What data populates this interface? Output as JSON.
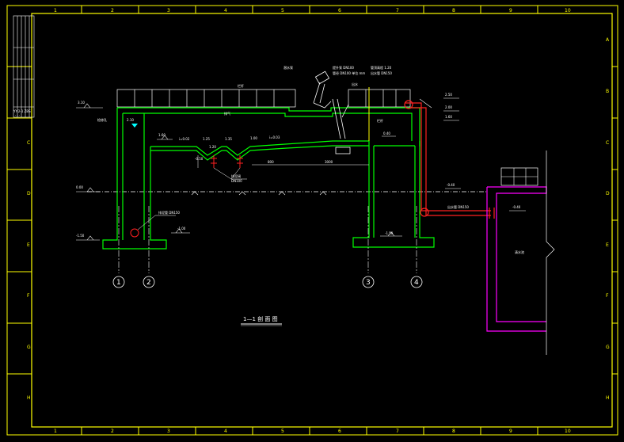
{
  "colors": {
    "background": "#000000",
    "frame": "#ffff00",
    "structure": "#00ff00",
    "annotation": "#ffffff",
    "pipe": "#ff2020",
    "tank": "#ff00ff",
    "water": "#00ffff"
  },
  "frame": {
    "columns_top": [
      "1",
      "2",
      "3",
      "4",
      "5",
      "6",
      "7",
      "8",
      "9",
      "10"
    ],
    "columns_bottom": [
      "1",
      "2",
      "3",
      "4",
      "5",
      "6",
      "7",
      "8",
      "9",
      "10"
    ],
    "rows_left": [
      "C",
      "D",
      "E",
      "F",
      "G",
      "H"
    ],
    "rows_right": [
      "A",
      "B",
      "C",
      "D",
      "E",
      "F",
      "G",
      "H"
    ]
  },
  "title_block": {
    "stamp": "YY-2-1 ZBS",
    "stamp2": "· · ·"
  },
  "drawing": {
    "title": "1—1 剖 面 图",
    "axis_markers": [
      "1",
      "2",
      "3",
      "4"
    ]
  },
  "labels": {
    "elev_top_left": "3.10",
    "label_left_1": "检修孔",
    "elev_water": "2.10",
    "elev_slab_left": "1.60",
    "slope_left": "i=0.02",
    "elev_trough_1": "1.25",
    "elev_trough_2": "1.20",
    "elev_trough_3": "1.35",
    "slope_right": "i=0.03",
    "elev_beam": "1.00",
    "label_pipe_mid": "排气",
    "dim_1": "800",
    "dim_2": "3000",
    "elev_ground": "0.00",
    "elev_mid_left": "-0.50",
    "label_valve": "排泥阀",
    "label_valve2": "DN100",
    "label_drain": "排泥管 DN150",
    "elev_drain": "-1.00",
    "elev_bottom_left": "-1.50",
    "elev_bottom_right": "-1.50",
    "label_equipment": "潜水泵",
    "label_equip_2": "提升泵 DN100",
    "label_equip_3": "管径 DN100 单位 mm",
    "label_equip_4": "管顶高程 1.20",
    "label_equip_5": "出水管 DN150",
    "label_rail": "栏杆",
    "label_top_mid": "出水",
    "elev_right_1": "2.50",
    "elev_right_2": "2.00",
    "elev_right_3": "1.60",
    "elev_right_4": "0.40",
    "label_pipe_right": "出水管 DN150",
    "elev_pipe_right": "-0.40",
    "label_tank": "清水池"
  }
}
